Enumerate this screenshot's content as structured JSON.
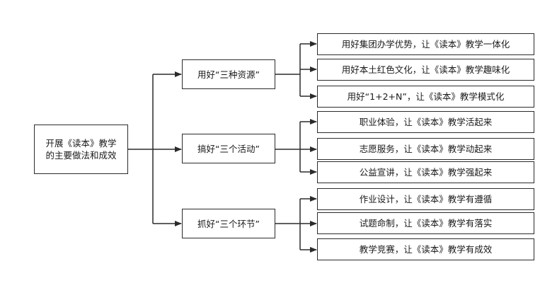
{
  "root": {
    "line1": "开展《读本》教学",
    "line2": "的主要做法和成效"
  },
  "branches": [
    {
      "label": "用好“三种资源”",
      "leaves": [
        "用好集团办学优势，让《读本》教学一体化",
        "用好本土红色文化，让《读本》教学趣味化",
        "用好“1+2+N”，让《读本》教学模式化"
      ]
    },
    {
      "label": "搞好“三个活动”",
      "leaves": [
        "职业体验，让《读本》教学活起来",
        "志愿服务，让《读本》教学动起来",
        "公益宣讲，让《读本》教学强起来"
      ]
    },
    {
      "label": "抓好“三个环节”",
      "leaves": [
        "作业设计，让《读本》教学有遵循",
        "试题命制，让《读本》教学有落实",
        "教学竞赛，让《读本》教学有成效"
      ]
    }
  ]
}
